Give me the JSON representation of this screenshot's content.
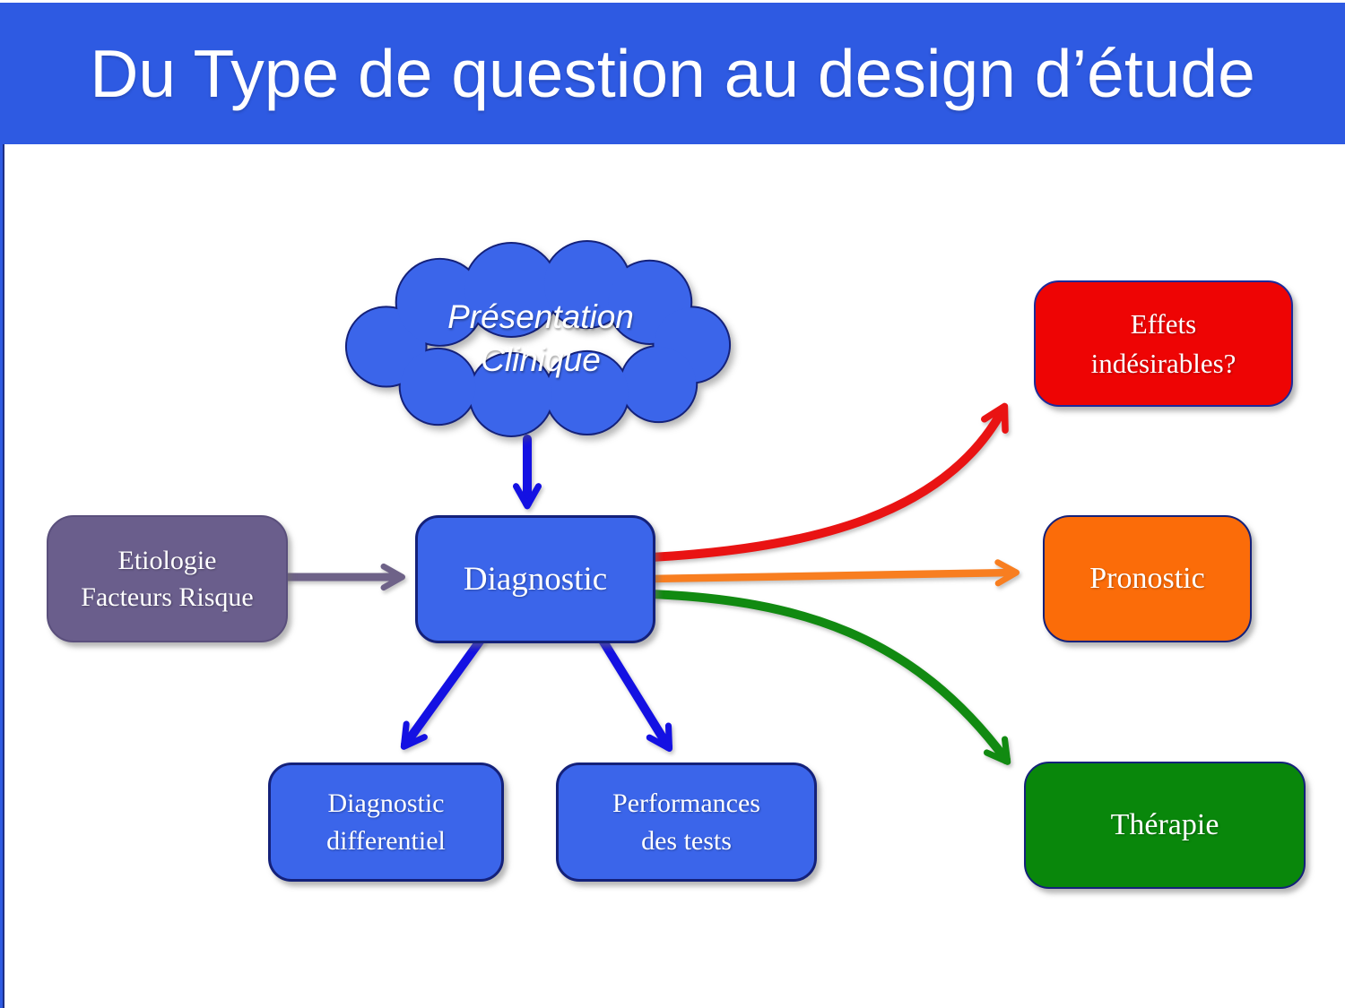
{
  "slide": {
    "title": "Du Type de question au design d’étude"
  },
  "cloud": {
    "lines": [
      "Présentation",
      "Clinique"
    ]
  },
  "nodes": {
    "etiologie": {
      "lines": [
        "Etiologie",
        "Facteurs Risque"
      ]
    },
    "diagnostic": {
      "label": "Diagnostic"
    },
    "effets_indesirables": {
      "lines": [
        "Effets",
        "indésirables?"
      ]
    },
    "pronostic": {
      "label": "Pronostic"
    },
    "therapie": {
      "label": "Thérapie"
    },
    "diagnostic_differentiel": {
      "lines": [
        "Diagnostic",
        "differentiel"
      ]
    },
    "performances_tests": {
      "lines": [
        "Performances",
        "des tests"
      ]
    }
  },
  "arrows": [
    {
      "name": "cloud-to-diagnostic",
      "color": "#1411e3"
    },
    {
      "name": "etiologie-to-diagnostic",
      "color": "#6e6288"
    },
    {
      "name": "diagnostic-to-diagnostic-differentiel",
      "color": "#1411e3"
    },
    {
      "name": "diagnostic-to-performances-des-tests",
      "color": "#1411e3"
    },
    {
      "name": "diagnostic-to-effets-indesirables",
      "color": "#e91313"
    },
    {
      "name": "diagnostic-to-pronostic",
      "color": "#f87e20"
    },
    {
      "name": "diagnostic-to-therapie",
      "color": "#118a11"
    }
  ],
  "colors": {
    "header_bg": "#2e5ae2",
    "node_blue": "#3b65ea",
    "node_border_navy": "#14217a",
    "node_purple": "#6a5e8c",
    "node_red": "#ee0404",
    "node_orange": "#fb6c09",
    "node_green": "#09870b",
    "arrow_blue": "#1411e3",
    "arrow_purple": "#6e6288",
    "arrow_red": "#e91313",
    "arrow_orange": "#f87e20",
    "arrow_green": "#118a11",
    "text": "#ffffff"
  }
}
